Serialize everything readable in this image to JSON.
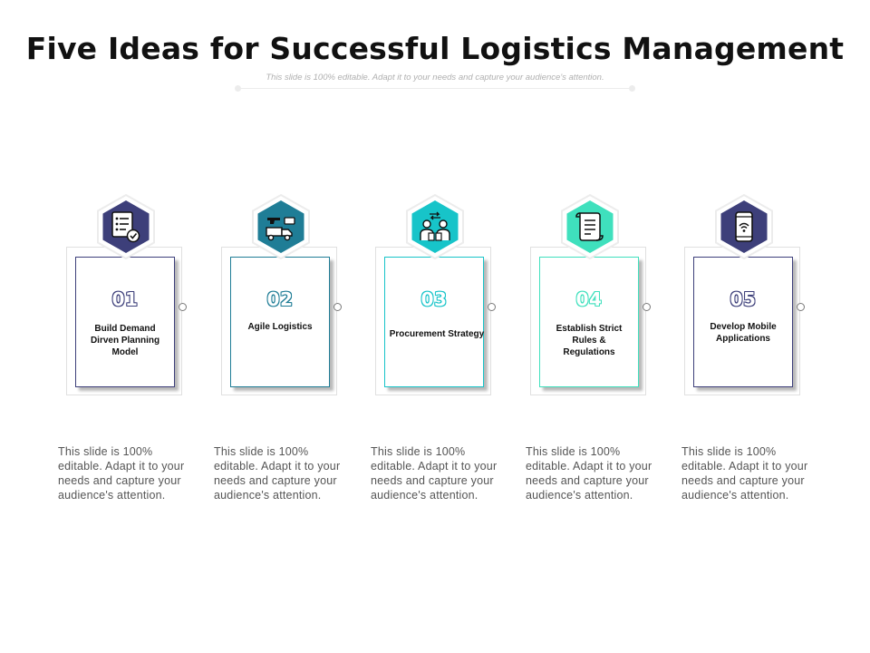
{
  "slide": {
    "title": "Five Ideas for Successful Logistics Management",
    "subtitle": "This slide is 100% editable. Adapt it to your needs and capture your audience's attention."
  },
  "items": [
    {
      "number": "01",
      "label": "Build Demand Dirven Planning Model",
      "color": "#3d3f7a",
      "icon": "checklist-icon",
      "description": "This slide is 100% editable. Adapt it to your needs and capture your audience's attention."
    },
    {
      "number": "02",
      "label": "Agile Logistics",
      "color": "#1f7d96",
      "icon": "delivery-truck-icon",
      "description": "This slide is 100% editable. Adapt it to your needs and capture your audience's attention."
    },
    {
      "number": "03",
      "label": "Procurement Strategy",
      "color": "#17c4c9",
      "icon": "people-exchange-icon",
      "description": "This slide is 100% editable. Adapt it to your needs and capture your audience's attention."
    },
    {
      "number": "04",
      "label": "Establish Strict Rules & Regulations",
      "color": "#3fe0bd",
      "icon": "document-scroll-icon",
      "description": "This slide is 100% editable. Adapt it to your needs and capture your audience's attention."
    },
    {
      "number": "05",
      "label": "Develop Mobile Applications",
      "color": "#3d3f7a",
      "icon": "mobile-phone-icon",
      "description": "This slide is 100% editable. Adapt it to your needs and capture your audience's attention."
    }
  ]
}
